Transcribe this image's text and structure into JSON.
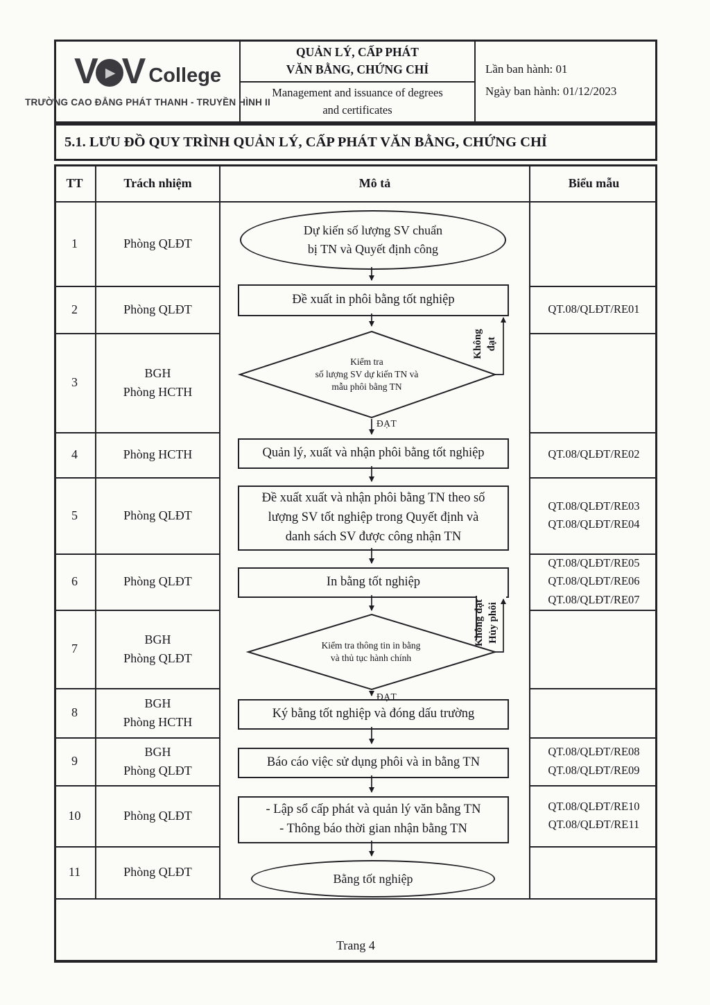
{
  "colors": {
    "ink": "#17171d",
    "line": "#232327",
    "paper": "#fbfbf8",
    "logo": "#3a3a3f"
  },
  "header": {
    "logo": {
      "v1": "V",
      "v2": "V",
      "college": "College",
      "play_icon": "▶",
      "subtitle": "TRƯỜNG CAO ĐẲNG PHÁT THANH - TRUYỀN HÌNH II"
    },
    "title_vi": [
      "QUẢN LÝ, CẤP PHÁT",
      "VĂN BẰNG, CHỨNG CHỈ"
    ],
    "title_en": [
      "Management and issuance of degrees",
      "and certificates"
    ],
    "issue_no": "Lần ban hành: 01",
    "issue_date": "Ngày ban hành: 01/12/2023"
  },
  "section_title": "5.1. LƯU ĐỒ QUY TRÌNH QUẢN LÝ, CẤP PHÁT VĂN BẰNG, CHỨNG CHỈ",
  "table": {
    "headers": {
      "tt": "TT",
      "responsibility": "Trách nhiệm",
      "description": "Mô tả",
      "form": "Biểu mẫu"
    },
    "rows": [
      {
        "tt": "1",
        "responsibility": [
          "Phòng QLĐT"
        ],
        "forms": []
      },
      {
        "tt": "2",
        "responsibility": [
          "Phòng QLĐT"
        ],
        "forms": [
          "QT.08/QLĐT/RE01"
        ]
      },
      {
        "tt": "3",
        "responsibility": [
          "BGH",
          "Phòng HCTH"
        ],
        "forms": []
      },
      {
        "tt": "4",
        "responsibility": [
          "Phòng HCTH"
        ],
        "forms": [
          "QT.08/QLĐT/RE02"
        ]
      },
      {
        "tt": "5",
        "responsibility": [
          "Phòng QLĐT"
        ],
        "forms": [
          "QT.08/QLĐT/RE03",
          "QT.08/QLĐT/RE04"
        ]
      },
      {
        "tt": "6",
        "responsibility": [
          "Phòng QLĐT"
        ],
        "forms": [
          "QT.08/QLĐT/RE05",
          "QT.08/QLĐT/RE06",
          "QT.08/QLĐT/RE07"
        ]
      },
      {
        "tt": "7",
        "responsibility": [
          "BGH",
          "Phòng QLĐT"
        ],
        "forms": []
      },
      {
        "tt": "8",
        "responsibility": [
          "BGH",
          "Phòng HCTH"
        ],
        "forms": []
      },
      {
        "tt": "9",
        "responsibility": [
          "BGH",
          "Phòng QLĐT"
        ],
        "forms": [
          "QT.08/QLĐT/RE08",
          "QT.08/QLĐT/RE09"
        ]
      },
      {
        "tt": "10",
        "responsibility": [
          "Phòng QLĐT"
        ],
        "forms": [
          "QT.08/QLĐT/RE10",
          "QT.08/QLĐT/RE11"
        ]
      },
      {
        "tt": "11",
        "responsibility": [
          "Phòng QLĐT"
        ],
        "forms": []
      }
    ]
  },
  "flowchart": {
    "nodes": [
      {
        "shape": "ellipse",
        "lines": [
          "Dự kiến số lượng SV chuẩn",
          "bị TN và Quyết định công"
        ]
      },
      {
        "shape": "rect",
        "lines": [
          "Đề xuất in phôi bằng tốt nghiệp"
        ]
      },
      {
        "shape": "diamond",
        "lines": [
          "Kiểm tra",
          "số lượng SV dự kiến TN và",
          "mẫu phôi bằng TN"
        ]
      },
      {
        "shape": "rect",
        "lines": [
          "Quản lý, xuất và nhận phôi bằng tốt nghiệp"
        ]
      },
      {
        "shape": "rect",
        "lines": [
          "Đề xuất xuất và nhận phôi bằng TN theo số",
          "lượng SV tốt nghiệp trong Quyết định và",
          "danh sách SV được công nhận TN"
        ]
      },
      {
        "shape": "rect",
        "lines": [
          "In bằng tốt nghiệp"
        ]
      },
      {
        "shape": "diamond",
        "lines": [
          "Kiểm tra thông tin in bằng",
          "và thủ tục hành chính"
        ]
      },
      {
        "shape": "rect",
        "lines": [
          "Ký bằng tốt nghiệp và đóng dấu trường"
        ]
      },
      {
        "shape": "rect",
        "lines": [
          "Báo cáo việc sử dụng phôi và in bằng TN"
        ]
      },
      {
        "shape": "rect",
        "lines": [
          "- Lập sổ cấp phát và quản lý văn bằng TN",
          "- Thông báo thời gian nhận bằng TN"
        ]
      },
      {
        "shape": "ellipse",
        "lines": [
          "Bằng tốt nghiệp"
        ]
      }
    ],
    "pass_label": "ĐẠT",
    "fail1": [
      "Không",
      "đạt"
    ],
    "fail2": [
      "Không đạt",
      "Hủy phôi"
    ]
  },
  "footer": {
    "page_label": "Trang 4"
  }
}
